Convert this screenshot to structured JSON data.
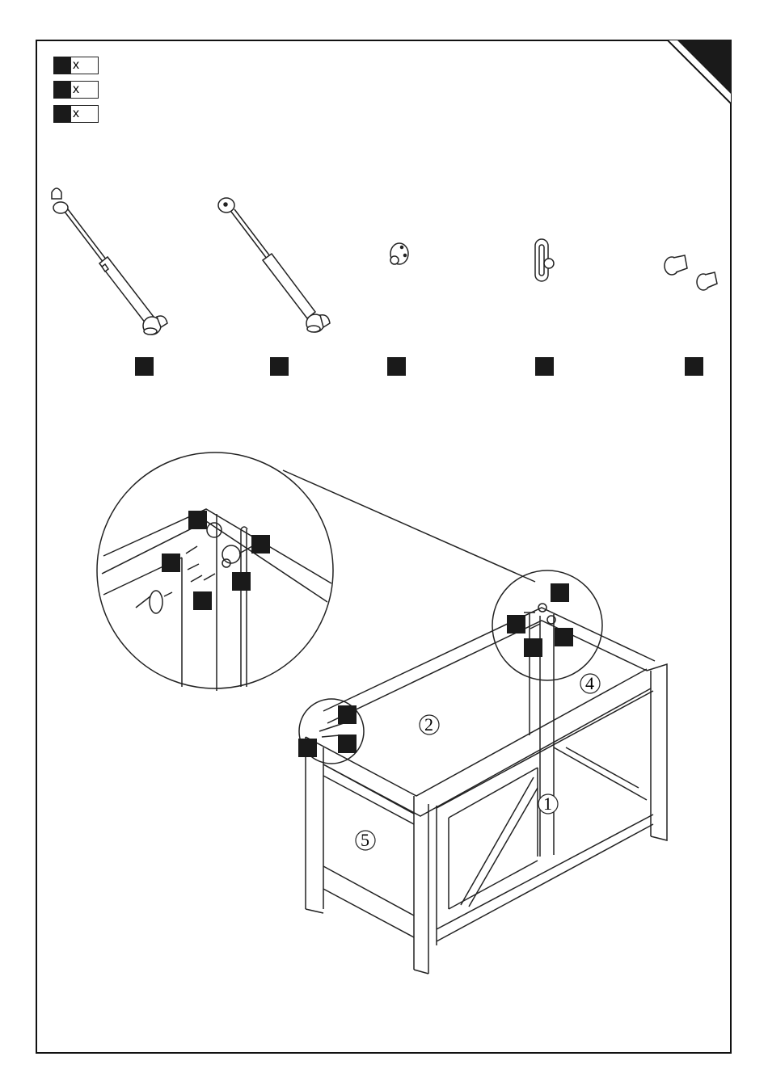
{
  "quantities": [
    {
      "mark": "x"
    },
    {
      "mark": "x"
    },
    {
      "mark": "x"
    }
  ],
  "hardware": [
    {
      "icon": "gas-strut-left-icon"
    },
    {
      "icon": "gas-strut-right-icon"
    },
    {
      "icon": "round-bracket-icon"
    },
    {
      "icon": "slotted-bracket-icon"
    },
    {
      "icon": "end-cap-icon"
    }
  ],
  "panel_labels": {
    "front": "1",
    "back": "2",
    "right": "4",
    "left": "5"
  },
  "colors": {
    "ink": "#1a1a1a",
    "line": "#222222"
  }
}
